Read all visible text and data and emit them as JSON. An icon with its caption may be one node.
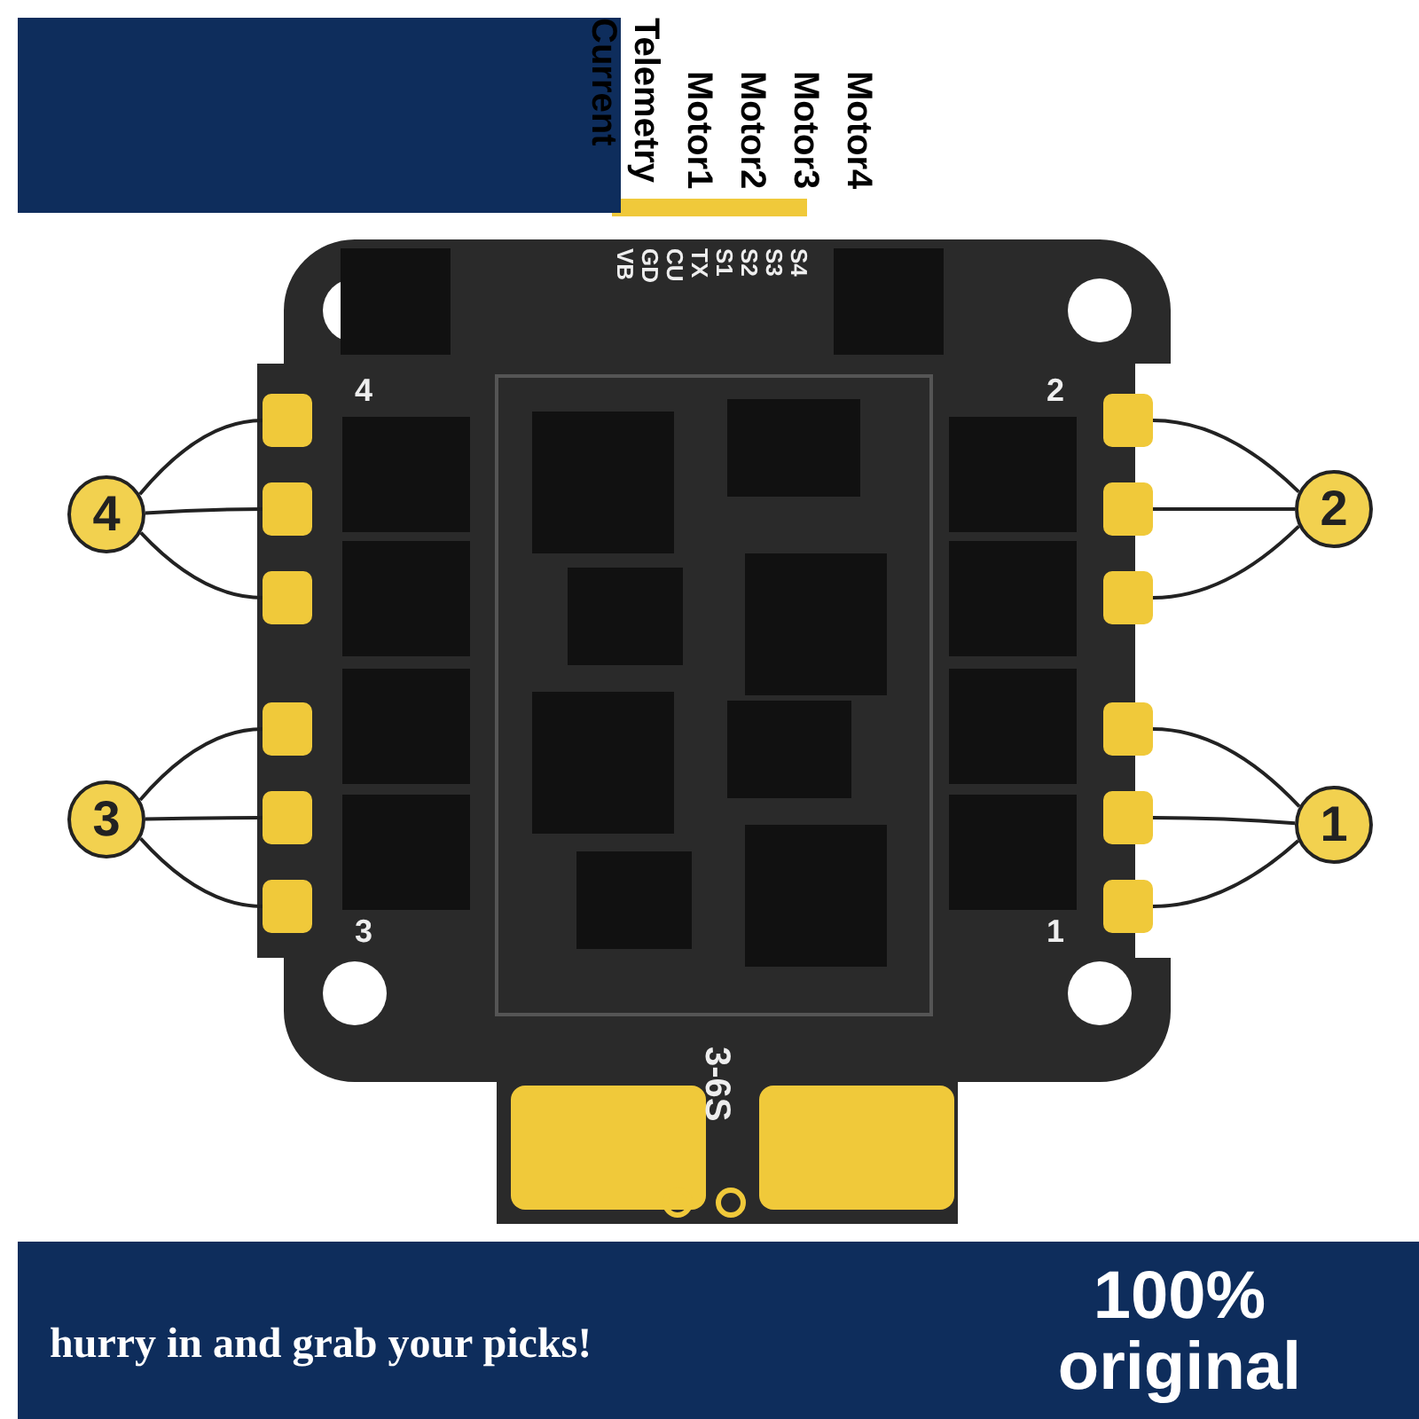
{
  "diagram": {
    "nodes": [
      {
        "text": [
          "4"
        ]
      },
      {
        "text": [],
        "shape": "box"
      },
      {
        "text": [],
        "shape": "box"
      },
      {
        "text": [],
        "shape": "box"
      },
      {
        "text": [
          "2"
        ]
      },
      {
        "text": [],
        "shape": "box"
      },
      {
        "text": [],
        "shape": "box"
      },
      {
        "text": [],
        "shape": "box"
      },
      {
        "text": [
          "3"
        ]
      },
      {
        "text": [],
        "shape": "box"
      },
      {
        "text": [],
        "shape": "box"
      },
      {
        "text": [],
        "shape": "box"
      },
      {
        "text": [
          "1"
        ]
      },
      {
        "text": [],
        "shape": "box"
      },
      {
        "text": [],
        "shape": "box"
      },
      {
        "text": [],
        "shape": "box"
      }
    ],
    "edges": [
      {
        "from": 0,
        "to": 1,
        "arrow": "none"
      },
      {
        "from": 0,
        "to": 2,
        "arrow": "none"
      },
      {
        "from": 0,
        "to": 3,
        "arrow": "none"
      },
      {
        "from": 4,
        "to": 5,
        "arrow": "none"
      },
      {
        "from": 4,
        "to": 6,
        "arrow": "none"
      },
      {
        "from": 4,
        "to": 7,
        "arrow": "none"
      },
      {
        "from": 8,
        "to": 9,
        "arrow": "none"
      },
      {
        "from": 8,
        "to": 10,
        "arrow": "none"
      },
      {
        "from": 8,
        "to": 11,
        "arrow": "none"
      },
      {
        "from": 12,
        "to": 13,
        "arrow": "none"
      },
      {
        "from": 12,
        "to": 14,
        "arrow": "none"
      },
      {
        "from": 12,
        "to": 15,
        "arrow": "none"
      }
    ],
    "labels": [
      "Current",
      "Telemetry",
      "Motor1",
      "Motor2",
      "Motor3",
      "Motor4",
      "VB",
      "GD",
      "CU",
      "TX",
      "S1",
      "S2",
      "S3",
      "S4",
      "4",
      "2",
      "3",
      "1",
      "3-6S",
      "hurry in and grab your picks!",
      "100% original"
    ]
  }
}
